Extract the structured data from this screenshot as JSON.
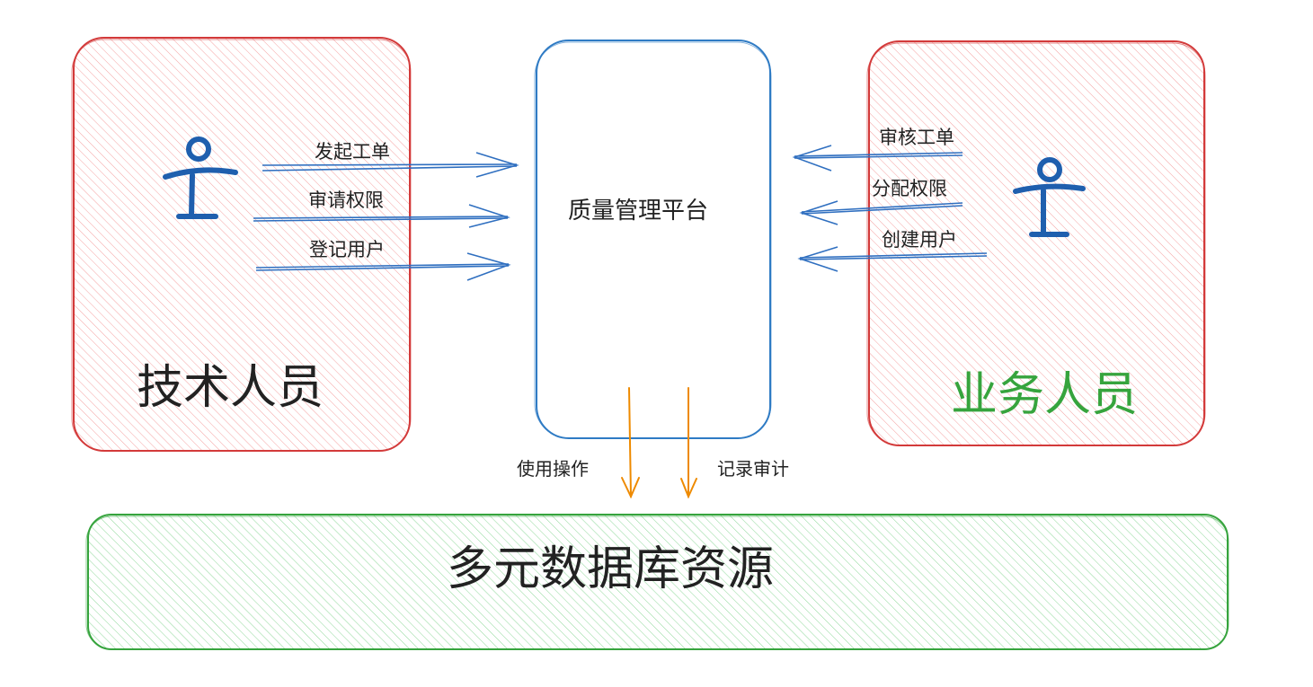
{
  "colors": {
    "tech_border": "#d33a3a",
    "tech_fill": "#ffc9c9",
    "biz_border": "#d33a3a",
    "platform_border": "#2f7bc4",
    "db_border": "#36a43d",
    "db_fill": "#b2f2bb",
    "arrow_blue": "#2f6fc0",
    "arrow_orange": "#ee8a00",
    "actor": "#1f5fae",
    "biz_title": "#36a43d",
    "text": "#222222"
  },
  "tech_group": {
    "title": "技术人员",
    "actions": [
      "发起工单",
      "审请权限",
      "登记用户"
    ]
  },
  "platform": {
    "title": "质量管理平台",
    "down_labels": [
      "使用操作",
      "记录审计"
    ]
  },
  "biz_group": {
    "title": "业务人员",
    "actions": [
      "审核工单",
      "分配权限",
      "创建用户"
    ]
  },
  "database": {
    "title": "多元数据库资源"
  },
  "icons": {
    "actor": "stick-figure-icon"
  }
}
